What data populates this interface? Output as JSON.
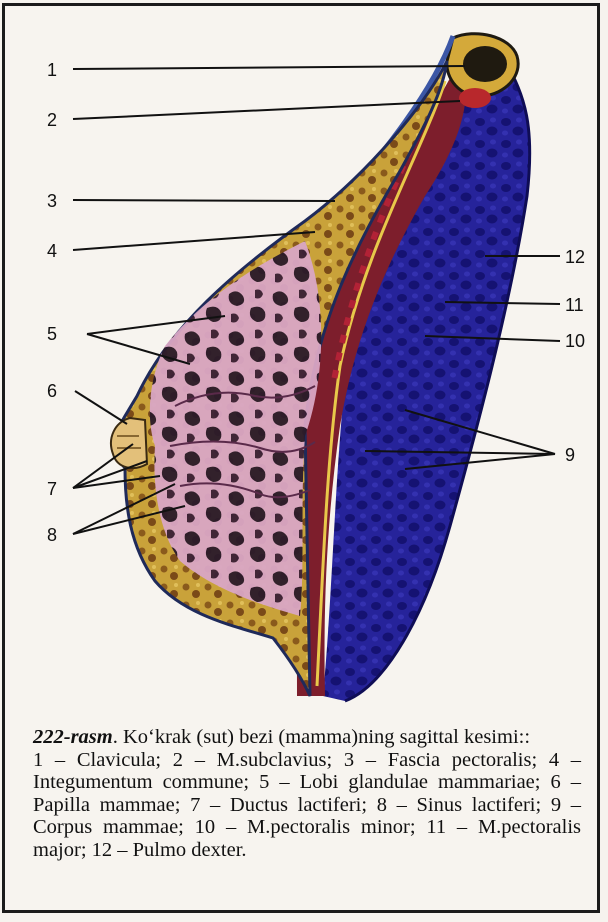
{
  "figure": {
    "labels": {
      "l1": "1",
      "l2": "2",
      "l3": "3",
      "l4": "4",
      "l5": "5",
      "l6": "6",
      "l7": "7",
      "l8": "8",
      "l9": "9",
      "l10": "10",
      "l11": "11",
      "l12": "12"
    }
  },
  "caption": {
    "title": "222-rasm",
    "title_rest": ". Ko‘krak (sut) bezi (mamma)ning sagittal kesimi::",
    "legend": "1 – Clavicula; 2 – M.subclavius; 3 – Fascia pectoralis; 4 – Integumentum commune; 5 – Lobi glandulae mammariae; 6 – Papilla mammae; 7 – Ductus lactiferi; 8 – Sinus lactiferi; 9 – Corpus mammae; 10 – M.pectoralis minor; 11 – M.pectoralis major; 12 – Pulmo dexter."
  },
  "colors": {
    "lung": "#23208f",
    "muscle": "#7a1f2a",
    "fat": "#c9a63c",
    "gland": "#d6a8c8",
    "skin": "#4a5fa8"
  }
}
